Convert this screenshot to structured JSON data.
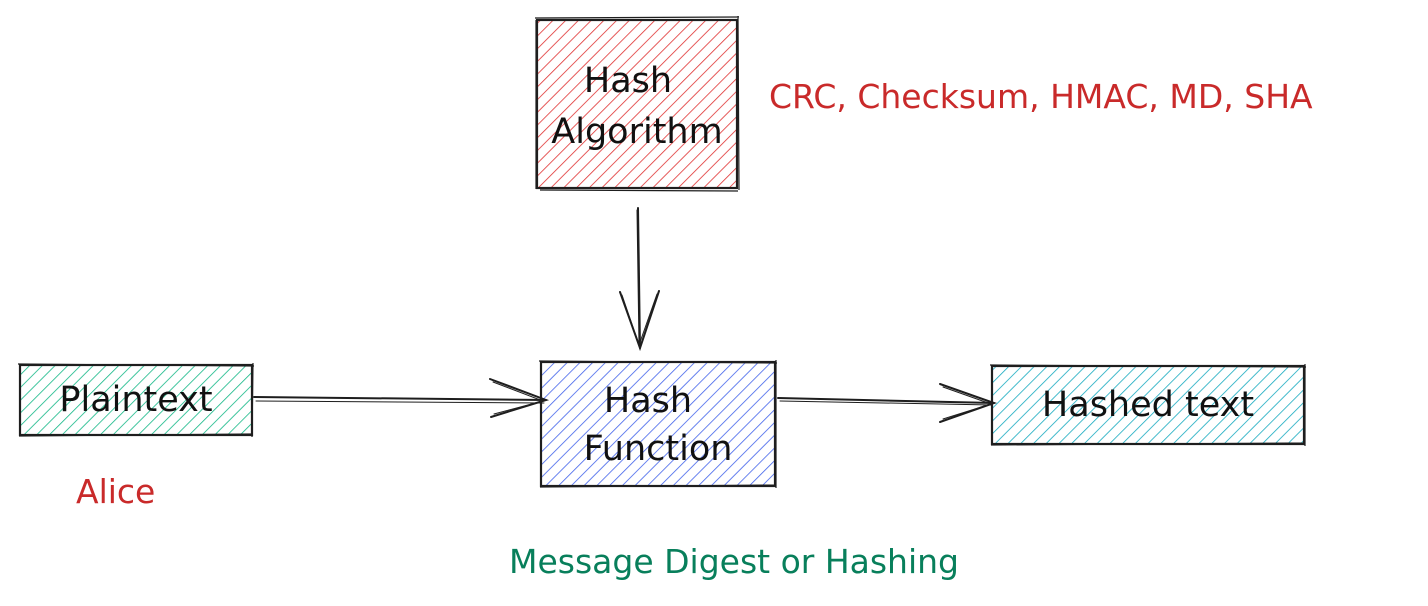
{
  "diagram": {
    "nodes": {
      "hash_algorithm": {
        "line1": "Hash",
        "line2": "Algorithm",
        "fill": "#ff8787",
        "hatch": "#e03131"
      },
      "plaintext": {
        "label": "Plaintext",
        "fill": "#63e6be",
        "hatch": "#12b886"
      },
      "hash_function": {
        "line1": "Hash",
        "line2": "Function",
        "fill": "#748ffc",
        "hatch": "#4263eb"
      },
      "hashed_text": {
        "label": "Hashed text",
        "fill": "#66d9e8",
        "hatch": "#15aabf"
      }
    },
    "annotations": {
      "algorithms": "CRC, Checksum, HMAC, MD, SHA",
      "sender": "Alice",
      "caption": "Message Digest or Hashing"
    },
    "colors": {
      "stroke": "#1e1e1e",
      "red_text": "#c92a2a",
      "green_text": "#087f5b"
    }
  }
}
